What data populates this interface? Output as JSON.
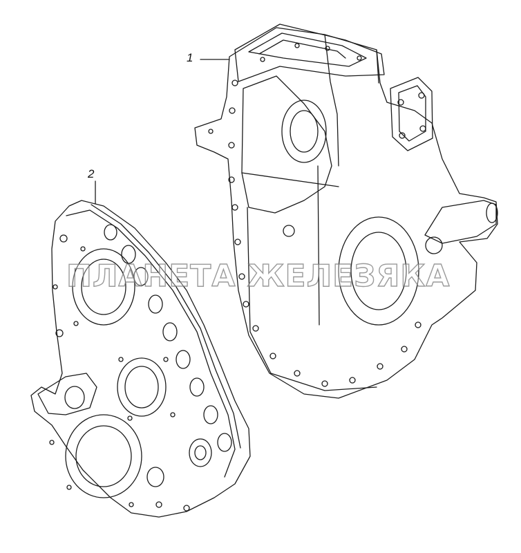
{
  "callouts": {
    "part1": "1",
    "part2": "2"
  },
  "watermark": "ПЛАНЕТА ЖЕЛЕЗЯКА",
  "colors": {
    "line": "#1a1a1a",
    "background": "#ffffff"
  }
}
